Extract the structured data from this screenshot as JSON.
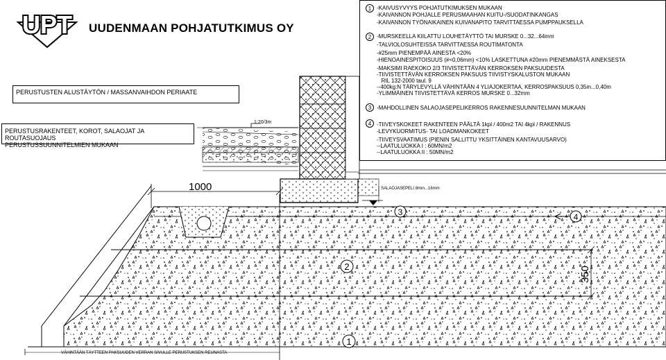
{
  "header": {
    "logo_text": "UPT",
    "company_name": "UUDENMAAN POHJATUTKIMUS OY"
  },
  "title_boxes": {
    "principle": "PERUSTUSTEN ALUSTÄYTÖN / MASSANVAIHDON PERIAATE",
    "structures_line1": "PERUSTUSRAKENTEET, KOROT, SALAOJAT JA ROUTASUOJAUS",
    "structures_line2": "PERUSTUSSUUNNITELMIEN MUKAAN"
  },
  "notes": [
    {
      "number": "1",
      "lines": [
        "-KAIVUSYVYYS POHJATUTKIMUKSEN MUKAAN",
        "-KAIVANNON POHJALLE PERUSMAAHAN KUITU-/SUODATINKANGAS",
        "-KAIVANNON TYÖNAIKAINEN KUIVANAPITO TARVITTAESSA PUMPPAUKSELLA"
      ]
    },
    {
      "number": "2",
      "lines": [
        "-MURSKEELLA KIILATTU LOUHETÄYTTÖ       TAI MURSKE 0...32...64mm",
        "-TALVIOLOSUHTEISSA TARVITTAESSA ROUTIMATONTA",
        "-#25mm PIENEMPÄÄ AINESTA <20%",
        "-HIENOAINESPITOISUUS (#<0,06mm) <10% LASKETTUNA #20mm PIENEMMÄSTÄ AINEKSESTA",
        "-MAKSIMI RAEKOKO 2/3 TIIVISTETTÄVÄN KERROKSEN PAKSUUDESTA",
        "-TIIVISTETTÄVÄN KERROKSEN PAKSUUS TIIVISTYSKALUSTON MUKAAN",
        "   RIL 132-2000 taul. 9",
        "--400kg:N TÄRYLEVYLLÄ VÄHINTÄÄN 4 YLIAJOKERTAA, KERROSPAKSUUS 0,35m...0,40m",
        "-YLIMMÄINEN TIIVISTETTÄVÄ KERROS MURSKE 0...32mm"
      ]
    },
    {
      "number": "3",
      "lines": [
        "-MAHDOLLINEN SALAOJASEPELIKERROS RAKENNESUUNNITELMAN MUKAAN"
      ]
    },
    {
      "number": "4",
      "lines": [
        "-TIIVEYSKOKEET RAKENTEEN PÄÄLTÄ 1kpl / 400m2  TAI 4kpl / RAKENNUS",
        "-LEVYKUORMITUS- TAI LOADMANKOKEET",
        "-TIIVEYSVAATIMUS (PIENIN SALLITTU YKSITTÄINEN KANTAVUUSARVO)",
        "--LAATULUOKKA I : 60MN/m2",
        "--LAATULUOKKA II : 50MN/m2"
      ]
    }
  ],
  "drawing": {
    "slope_label": "1:20/3m",
    "dimension_1000": "1000",
    "dimension_350": "350",
    "gravel_label": "SALAOJASEPELI 8mm...16mm",
    "bottom_label": "VÄHINTÄÄN TÄYTTEEN PAKSUUDEN VERRAN SIVULLE PERUSTUKSEN REUNASTA",
    "callout_1": "1",
    "callout_2": "2",
    "callout_3": "3",
    "callout_4": "4"
  }
}
